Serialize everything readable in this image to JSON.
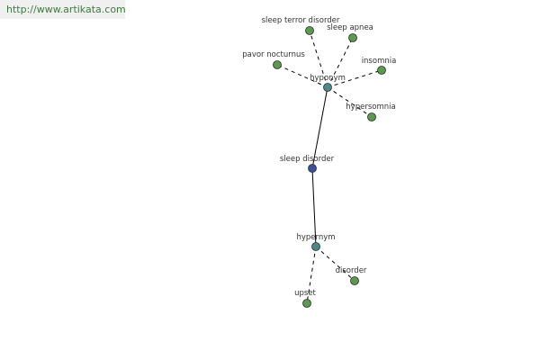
{
  "watermark": "http://www.artikata.com",
  "colors": {
    "leaf": "#5a9a4e",
    "relation": "#4a8a8a",
    "root": "#3e4f9a"
  },
  "nodes": [
    {
      "id": "sleep-disorder",
      "label": "sleep disorder",
      "kind": "root"
    },
    {
      "id": "hyponym",
      "label": "hyponym",
      "kind": "relation"
    },
    {
      "id": "hypernym",
      "label": "hypernym",
      "kind": "relation"
    },
    {
      "id": "sleep-terror-disorder",
      "label": "sleep terror disorder",
      "kind": "leaf"
    },
    {
      "id": "sleep-apnea",
      "label": "sleep apnea",
      "kind": "leaf"
    },
    {
      "id": "pavor-nocturnus",
      "label": "pavor nocturnus",
      "kind": "leaf"
    },
    {
      "id": "insomnia",
      "label": "insomnia",
      "kind": "leaf"
    },
    {
      "id": "hypersomnia",
      "label": "hypersomnia",
      "kind": "leaf"
    },
    {
      "id": "disorder",
      "label": "disorder",
      "kind": "leaf"
    },
    {
      "id": "upset",
      "label": "upset",
      "kind": "leaf"
    }
  ],
  "edges": [
    {
      "from": "sleep-disorder",
      "to": "hyponym",
      "style": "solid"
    },
    {
      "from": "sleep-disorder",
      "to": "hypernym",
      "style": "solid"
    },
    {
      "from": "hyponym",
      "to": "sleep-terror-disorder",
      "style": "dashed"
    },
    {
      "from": "hyponym",
      "to": "sleep-apnea",
      "style": "dashed"
    },
    {
      "from": "hyponym",
      "to": "pavor-nocturnus",
      "style": "dashed"
    },
    {
      "from": "hyponym",
      "to": "insomnia",
      "style": "dashed"
    },
    {
      "from": "hyponym",
      "to": "hypersomnia",
      "style": "dashed"
    },
    {
      "from": "hypernym",
      "to": "disorder",
      "style": "dashed"
    },
    {
      "from": "hypernym",
      "to": "upset",
      "style": "dashed"
    }
  ]
}
